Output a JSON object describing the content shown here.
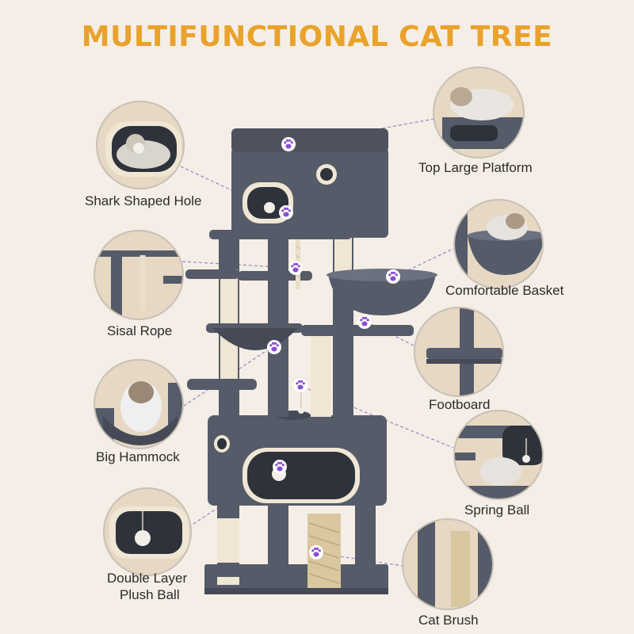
{
  "title": "MULTIFUNCTIONAL CAT TREE",
  "colors": {
    "title": "#e9a22b",
    "tree": "#555b68",
    "tree_dark": "#454a56",
    "sisal": "#efe6d4",
    "background": "#f4eee6",
    "paw": "#8a4fd1",
    "callout_line": "#9a82c9"
  },
  "features": {
    "shark_hole": "Shark Shaped Hole",
    "top_platform": "Top Large Platform",
    "sisal_rope": "Sisal Rope",
    "basket": "Comfortable Basket",
    "footboard": "Footboard",
    "hammock": "Big Hammock",
    "spring_ball": "Spring Ball",
    "plush_ball_line1": "Double Layer",
    "plush_ball_line2": "Plush Ball",
    "cat_brush": "Cat Brush"
  },
  "icons": [
    "paw-icon"
  ]
}
